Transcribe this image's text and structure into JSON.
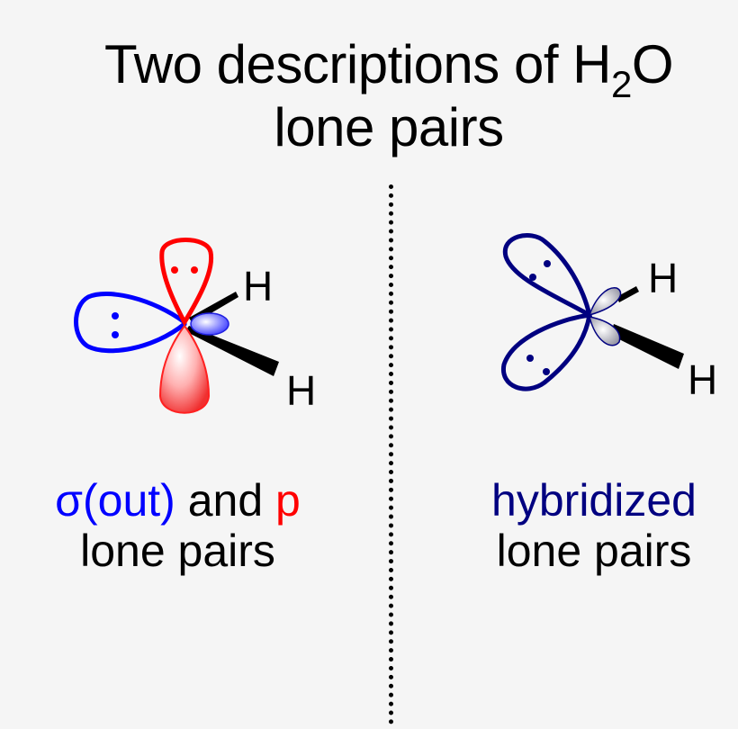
{
  "title": {
    "line1_prefix": "Two descriptions of H",
    "subscript": "2",
    "line1_suffix": "O",
    "line2": "lone pairs"
  },
  "left_panel": {
    "label_sigma": "σ(out)",
    "label_and": " and ",
    "label_p": "p",
    "label_line2": "lone pairs",
    "atom_h_top": "H",
    "atom_h_bottom": "H",
    "colors": {
      "sigma": "#0000ff",
      "p": "#ff0000"
    }
  },
  "right_panel": {
    "label_line1": "hybridized",
    "label_line2": "lone pairs",
    "atom_h_top": "H",
    "atom_h_bottom": "H",
    "colors": {
      "hybrid": "#000080"
    }
  }
}
